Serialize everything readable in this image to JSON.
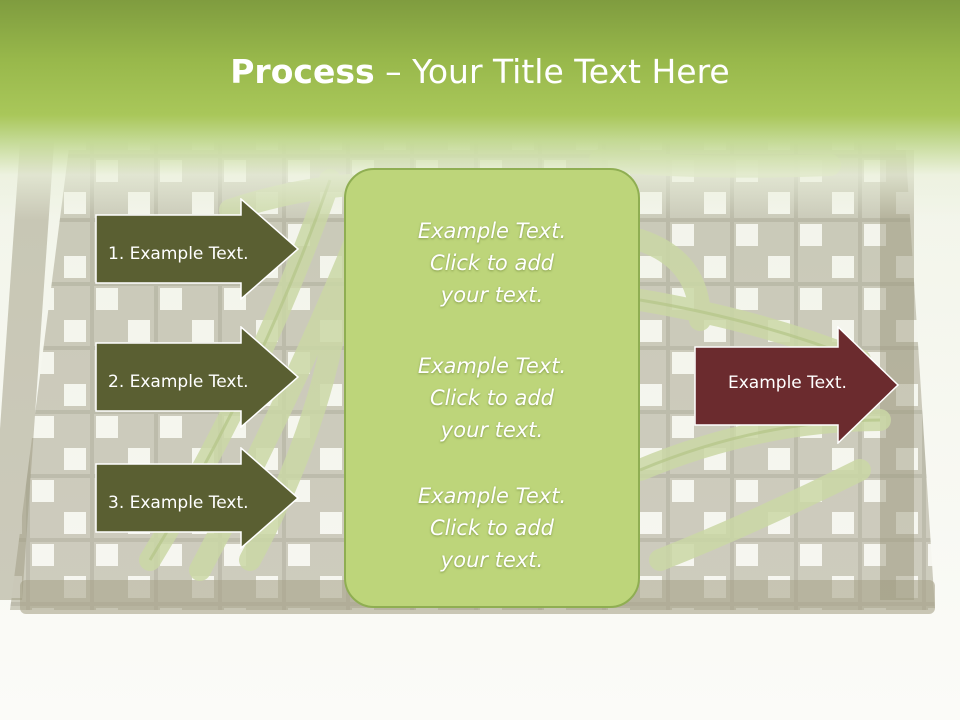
{
  "title": {
    "bold": "Process",
    "rest": " – Your Title Text Here"
  },
  "left_arrows": [
    {
      "label": "1. Example Text."
    },
    {
      "label": "2. Example Text."
    },
    {
      "label": "3. Example Text."
    }
  ],
  "center_box": {
    "blocks": [
      {
        "line1": "Example Text.",
        "line2": "Click  to add",
        "line3": "your text."
      },
      {
        "line1": "Example Text.",
        "line2": "Click  to add",
        "line3": "your text."
      },
      {
        "line1": "Example Text.",
        "line2": "Click  to add",
        "line3": "your text."
      }
    ]
  },
  "right_arrow": {
    "label": "Example Text."
  },
  "colors": {
    "left_arrow_fill": "#5a5f32",
    "right_arrow_fill": "#6b2b2e",
    "center_box_fill": "#bdd57a",
    "header_green": "#a3c151"
  }
}
